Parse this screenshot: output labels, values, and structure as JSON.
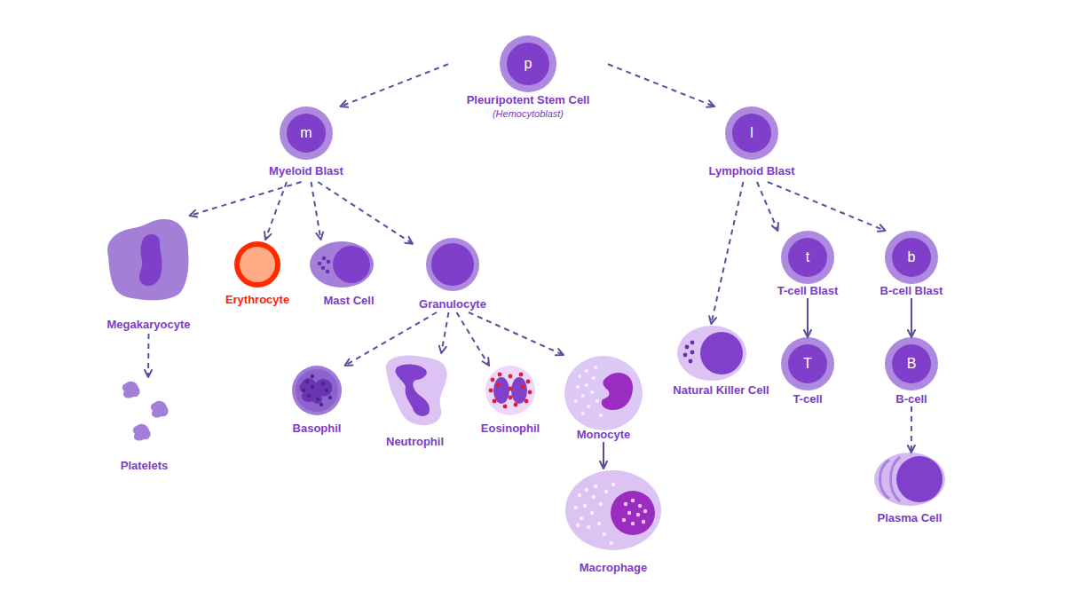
{
  "diagram": {
    "nodes": [
      {
        "text": [
          "p",
          "Pleuripotent Stem Cell",
          "(Hemocytoblast)"
        ]
      },
      {
        "text": [
          "m",
          "Myeloid Blast"
        ]
      },
      {
        "text": [
          "l",
          "Lymphoid Blast"
        ]
      },
      {
        "text": [
          "Megakaryocyte"
        ]
      },
      {
        "text": [
          "Erythrocyte"
        ]
      },
      {
        "text": [
          "Mast Cell"
        ]
      },
      {
        "text": [
          "Granulocyte"
        ]
      },
      {
        "text": [
          "t",
          "T-cell Blast"
        ]
      },
      {
        "text": [
          "b",
          "B-cell Blast"
        ]
      },
      {
        "text": [
          "Basophil"
        ]
      },
      {
        "text": [
          "Neutrophil"
        ]
      },
      {
        "text": [
          "Eosinophil"
        ]
      },
      {
        "text": [
          "Monocyte"
        ]
      },
      {
        "text": [
          "Natural Killer Cell"
        ]
      },
      {
        "text": [
          "T",
          "T-cell"
        ]
      },
      {
        "text": [
          "B",
          "B-cell"
        ]
      },
      {
        "text": [
          "Platelets"
        ]
      },
      {
        "text": [
          "Plasma Cell"
        ]
      },
      {
        "text": [
          "Macrophage"
        ]
      }
    ],
    "edges": [
      {
        "from": 0,
        "to": 1,
        "arrow": "to"
      },
      {
        "from": 0,
        "to": 2,
        "arrow": "to"
      },
      {
        "from": 1,
        "to": 3,
        "arrow": "to"
      },
      {
        "from": 1,
        "to": 4,
        "arrow": "to"
      },
      {
        "from": 1,
        "to": 5,
        "arrow": "to"
      },
      {
        "from": 1,
        "to": 6,
        "arrow": "to"
      },
      {
        "from": 3,
        "to": 16,
        "arrow": "to"
      },
      {
        "from": 6,
        "to": 9,
        "arrow": "to"
      },
      {
        "from": 6,
        "to": 10,
        "arrow": "to"
      },
      {
        "from": 6,
        "to": 11,
        "arrow": "to"
      },
      {
        "from": 6,
        "to": 12,
        "arrow": "to"
      },
      {
        "from": 12,
        "to": 18,
        "arrow": "to"
      },
      {
        "from": 2,
        "to": 13,
        "arrow": "to"
      },
      {
        "from": 2,
        "to": 7,
        "arrow": "to"
      },
      {
        "from": 2,
        "to": 8,
        "arrow": "to"
      },
      {
        "from": 7,
        "to": 14,
        "arrow": "to"
      },
      {
        "from": 8,
        "to": 15,
        "arrow": "to"
      },
      {
        "from": 15,
        "to": 17,
        "arrow": "to"
      }
    ]
  }
}
